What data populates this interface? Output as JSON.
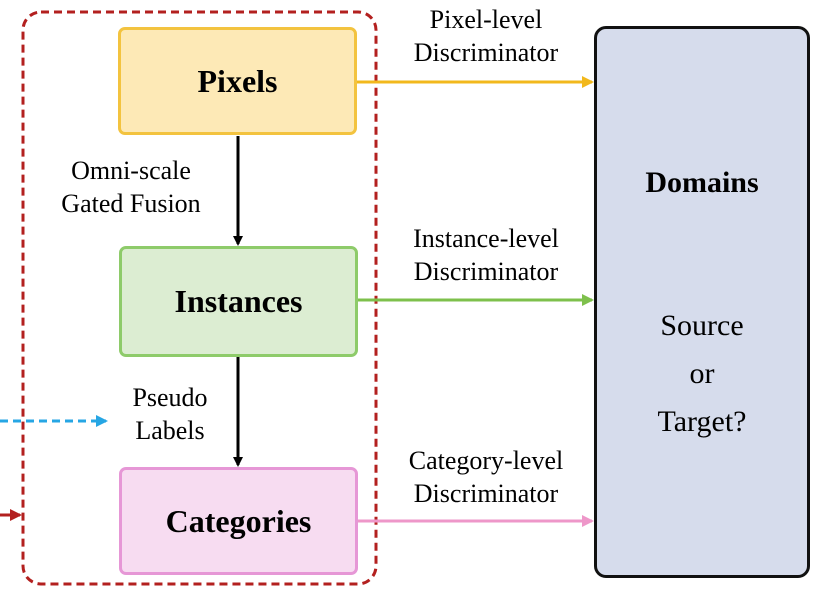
{
  "boxes": {
    "pixels": "Pixels",
    "instances": "Instances",
    "categories": "Categories"
  },
  "edges": {
    "pixels_to_instances": [
      "Omni-scale",
      "Gated Fusion"
    ],
    "instances_to_categories": [
      "Pseudo",
      "Labels"
    ]
  },
  "discriminators": {
    "pixel": [
      "Pixel-level",
      "Discriminator"
    ],
    "instance": [
      "Instance-level",
      "Discriminator"
    ],
    "category": [
      "Category-level",
      "Discriminator"
    ]
  },
  "domains": {
    "title": "Domains",
    "question": [
      "Source",
      "or",
      "Target?"
    ]
  },
  "colors": {
    "pixels_fill": "#fde9b6",
    "pixels_border": "#f3c33f",
    "instances_fill": "#dcedd2",
    "instances_border": "#8ecb6a",
    "categories_fill": "#f7dcf1",
    "categories_border": "#e697d6",
    "domains_fill": "#d6dcec",
    "domains_border": "#111111",
    "group_border": "#b3201f",
    "pixel_arrow": "#f2b81c",
    "instance_arrow": "#7ec04c",
    "category_arrow": "#ee97c9",
    "pseudo_arrow": "#26a6e4",
    "left_arrow": "#b3201f"
  }
}
